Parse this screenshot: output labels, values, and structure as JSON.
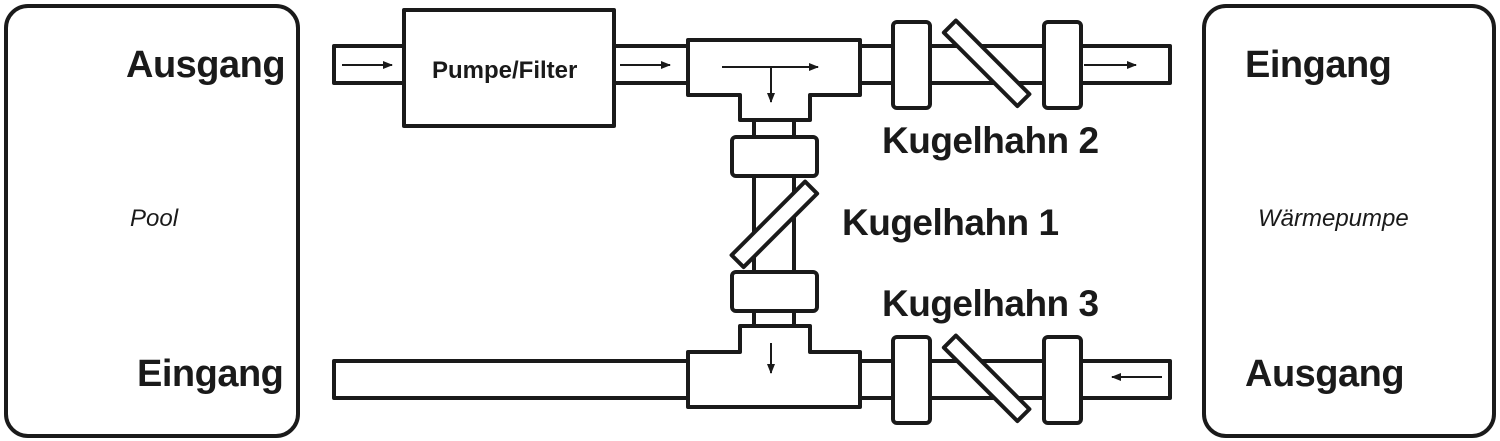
{
  "pool": {
    "title": "Pool",
    "outlet": "Ausgang",
    "inlet": "Eingang"
  },
  "heat_pump": {
    "title": "Wärmepumpe",
    "inlet": "Eingang",
    "outlet": "Ausgang"
  },
  "components": {
    "pump_filter": "Pumpe/Filter",
    "valve_1": "Kugelhahn 1",
    "valve_2": "Kugelhahn 2",
    "valve_3": "Kugelhahn 3"
  },
  "colors": {
    "stroke": "#1a1a1a",
    "fill": "#ffffff"
  }
}
